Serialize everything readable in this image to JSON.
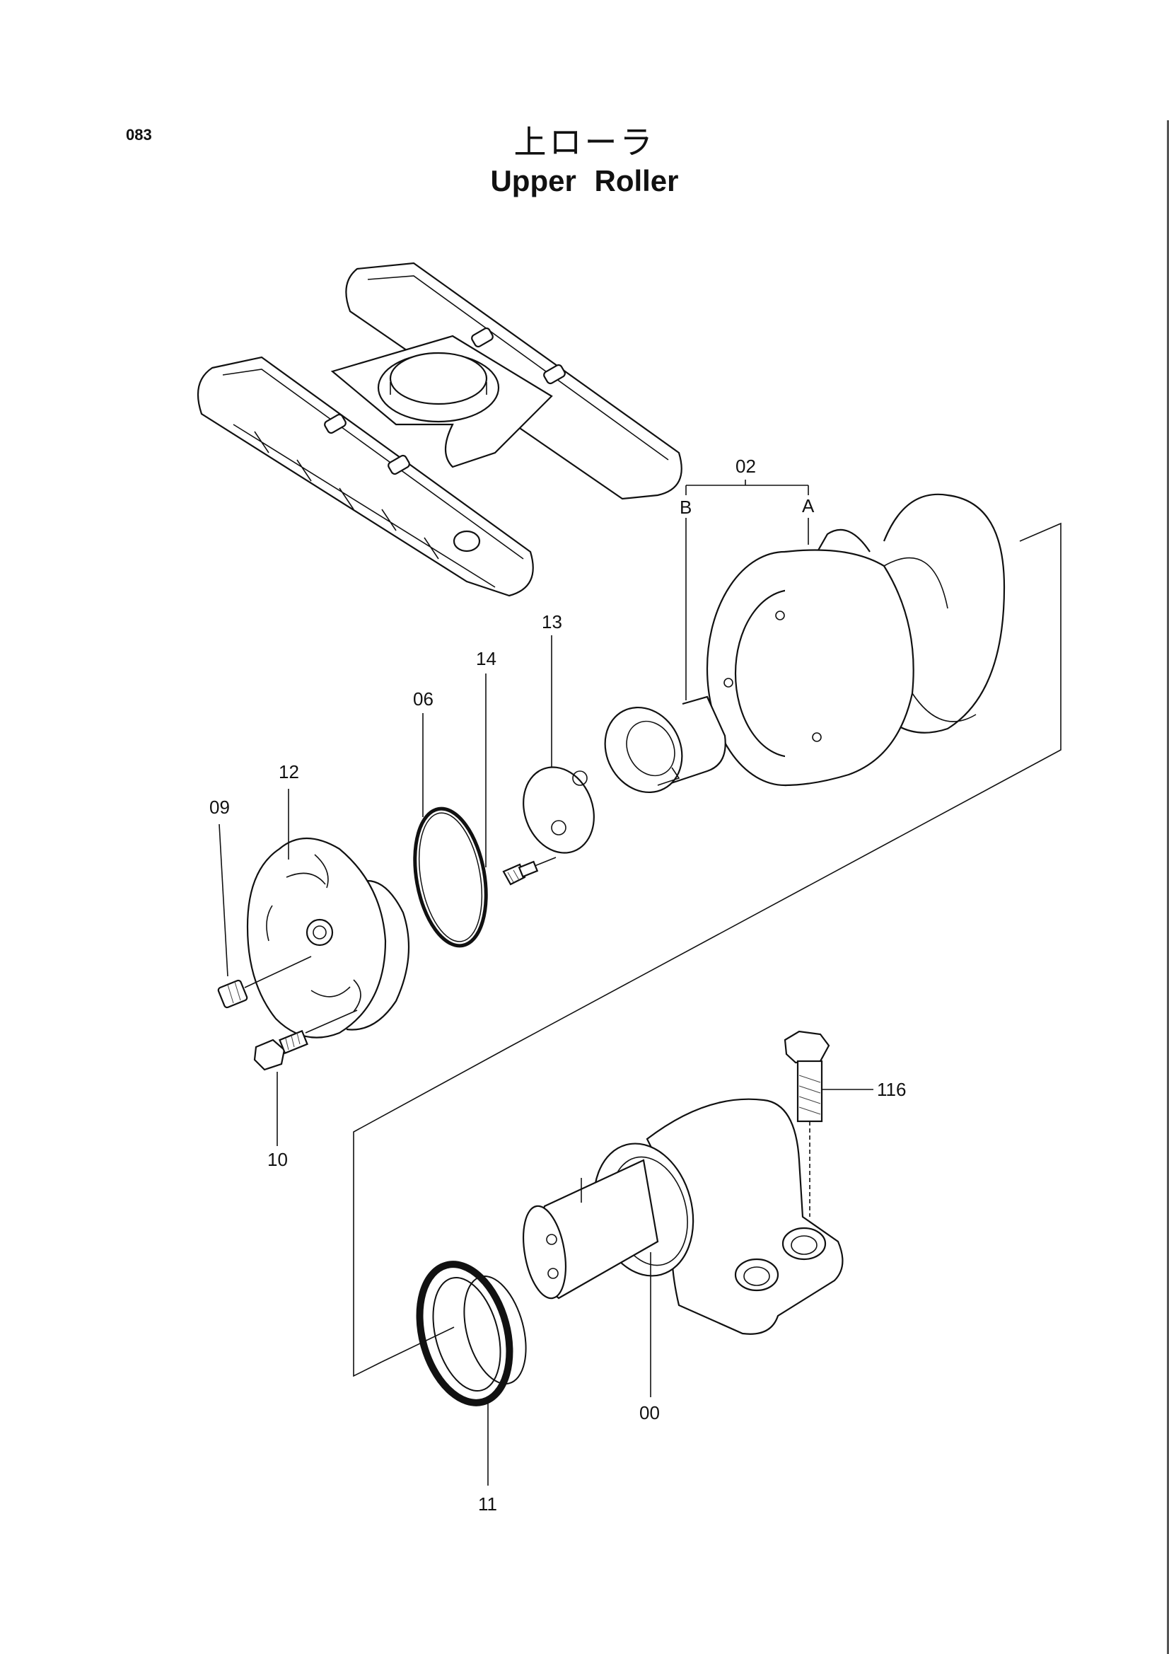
{
  "page_code": "083",
  "title_ja": "上ローラ",
  "title_en": "Upper  Roller",
  "callouts": {
    "c02": "02",
    "cA": "A",
    "cB": "B",
    "c13": "13",
    "c14": "14",
    "c06": "06",
    "c12": "12",
    "c09": "09",
    "c10": "10",
    "c116": "116",
    "c00": "00",
    "c11": "11"
  }
}
